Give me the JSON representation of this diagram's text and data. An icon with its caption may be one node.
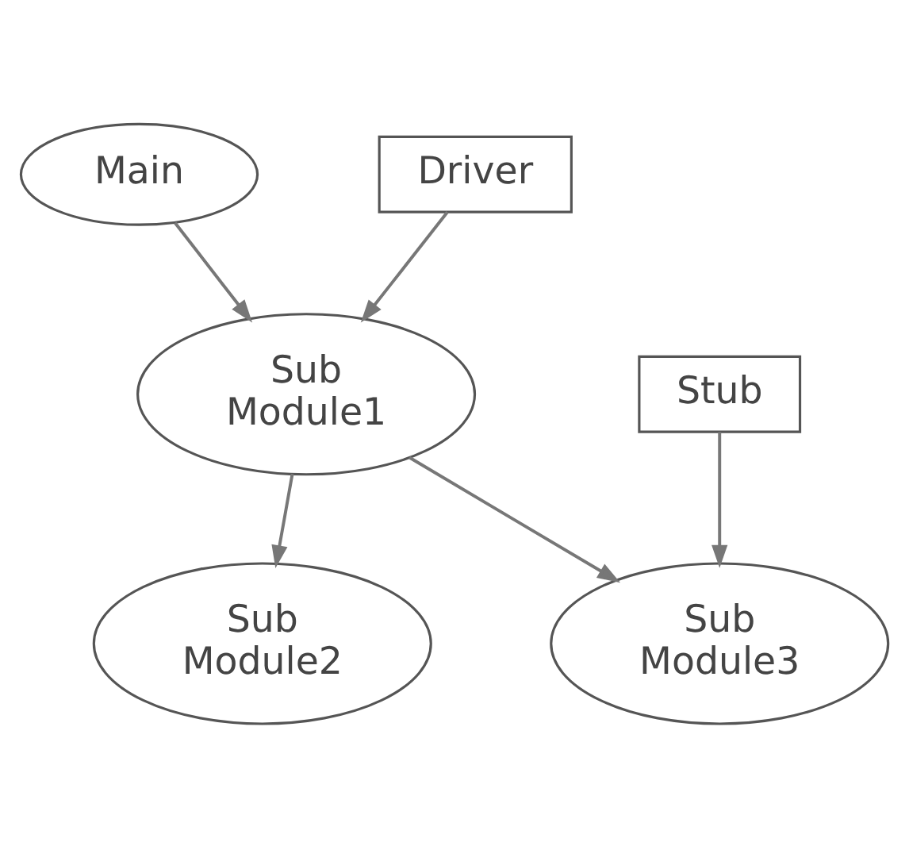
{
  "diagram": {
    "nodes": [
      {
        "text": [
          "Main"
        ]
      },
      {
        "text": [
          "Driver"
        ]
      },
      {
        "text": [
          "Sub Module1"
        ]
      },
      {
        "text": [
          "Stub"
        ]
      },
      {
        "text": [
          "Sub Module2"
        ]
      },
      {
        "text": [
          "Sub Module3"
        ]
      }
    ],
    "edges": [
      {
        "from": 0,
        "to": 2,
        "arrow": "to"
      },
      {
        "from": 1,
        "to": 2,
        "arrow": "to"
      },
      {
        "from": 2,
        "to": 4,
        "arrow": "to"
      },
      {
        "from": 2,
        "to": 5,
        "arrow": "to"
      },
      {
        "from": 3,
        "to": 5,
        "arrow": "to"
      }
    ]
  }
}
